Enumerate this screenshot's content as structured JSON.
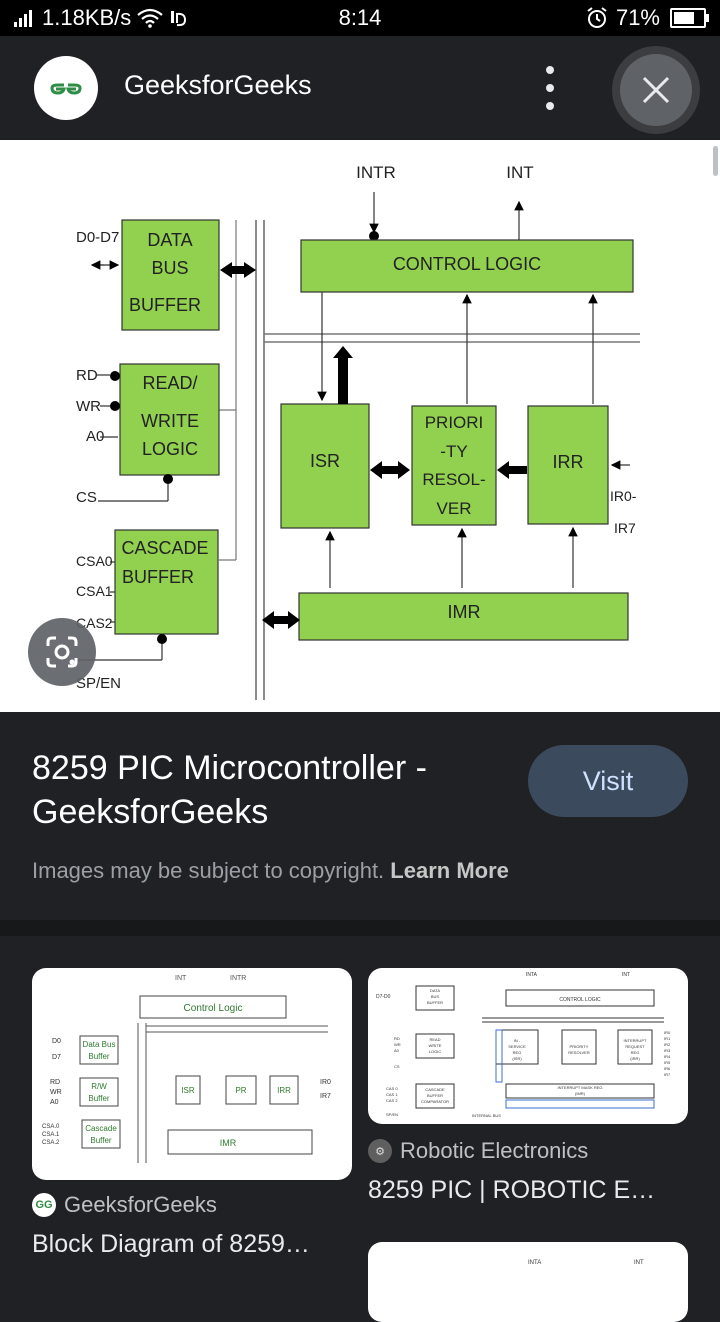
{
  "status_bar": {
    "net_speed": "1.18KB/s",
    "time": "8:14",
    "battery": "71%",
    "battery_level": 0.71
  },
  "app_bar": {
    "logo_text": "GG",
    "site_name": "GeeksforGeeks"
  },
  "diagram": {
    "labels": {
      "intr": "INTR",
      "int": "INT",
      "d0d7": "D0-D7",
      "data_bus_1": "DATA",
      "data_bus_2": "BUS",
      "data_bus_3": "BUFFER",
      "control_logic": "CONTROL LOGIC",
      "rd": "RD",
      "wr": "WR",
      "a0": "A0",
      "rw_1": "READ/",
      "rw_2": "WRITE",
      "rw_3": "LOGIC",
      "cs": "CS",
      "isr": "ISR",
      "pr_1": "PRIORI",
      "pr_2": "-TY",
      "pr_3": "RESOL-",
      "pr_4": "VER",
      "irr": "IRR",
      "ir0": "IR0-",
      "ir7": "IR7",
      "cas_1": "CASCADE",
      "cas_2": "BUFFER",
      "csa0": "CSA0",
      "csa1": "CSA1",
      "cas2": "CAS2",
      "imr": "IMR",
      "sp_en": "SP/EN"
    }
  },
  "result": {
    "title": "8259 PIC Microcontroller - GeeksforGeeks",
    "visit_label": "Visit",
    "copyright_text": "Images may be subject to copyright.",
    "learn_more": "Learn More"
  },
  "related": [
    {
      "source": "GeeksforGeeks",
      "title": "Block Diagram of 8259…",
      "thumb": {
        "int": "INT",
        "intr": "INTR",
        "control": "Control Logic",
        "d0": "D0",
        "d7": "D7",
        "dbb_1": "Data Bus",
        "dbb_2": "Buffer",
        "rd": "RD",
        "wr": "WR",
        "a0": "A0",
        "rw_1": "R/W",
        "rw_2": "Buffer",
        "cs0": "CSA.0",
        "cs1": "CSA.1",
        "cs2": "CSA.2",
        "cb_1": "Cascade",
        "cb_2": "Buffer",
        "isr": "ISR",
        "pr": "PR",
        "irr": "IRR",
        "ir0": "IR0",
        "ir7": "IR7",
        "imr": "IMR"
      }
    },
    {
      "source": "Robotic Electronics",
      "title": "8259 PIC | ROBOTIC E…",
      "thumb": {
        "inta": "INTA",
        "int": "INT",
        "control": "CONTROL LOGIC",
        "d": "D7-D0",
        "dbb_1": "DATA",
        "dbb_2": "BUS",
        "dbb_3": "BUFFER",
        "rw_1": "READ",
        "rw_2": "WRITE",
        "rw_3": "LOGIC",
        "rd": "RD",
        "wr": "WR",
        "a0": "A0",
        "cs": "CS",
        "isr_1": "IN -",
        "isr_2": "SERVICE",
        "isr_3": "REG",
        "isr_4": "(ISR)",
        "pr_1": "PRIORITY",
        "pr_2": "RESOLVER",
        "irr_1": "INTERRUPT",
        "irr_2": "REQUEST",
        "irr_3": "REG",
        "irr_4": "(IRR)",
        "cas0": "CAS 0",
        "cas1": "CAS 1",
        "cas2": "CAS 2",
        "cb_1": "CASCADE",
        "cb_2": "BUFFER",
        "cb_3": "COMPARATOR",
        "imr": "INTERRUPT MASK REG",
        "imr2": "(IMR)",
        "spen": "SP/EN",
        "ib": "INTERNAL BUS",
        "ir": [
          "IR0",
          "IR1",
          "IR2",
          "IR3",
          "IR4",
          "IR5",
          "IR6",
          "IR7"
        ]
      }
    },
    {
      "thumb": {
        "inta": "INTA",
        "int": "INT"
      }
    }
  ],
  "colors": {
    "block_green": "#92d050",
    "background": "#202124",
    "visit_button": "#3c4a5e",
    "accent_text": "#cde2ff"
  },
  "icons": [
    "signal-icon",
    "wifi-icon",
    "data-saver-icon",
    "alarm-icon",
    "battery-icon",
    "kebab-menu-icon",
    "close-icon",
    "lens-search-icon"
  ]
}
